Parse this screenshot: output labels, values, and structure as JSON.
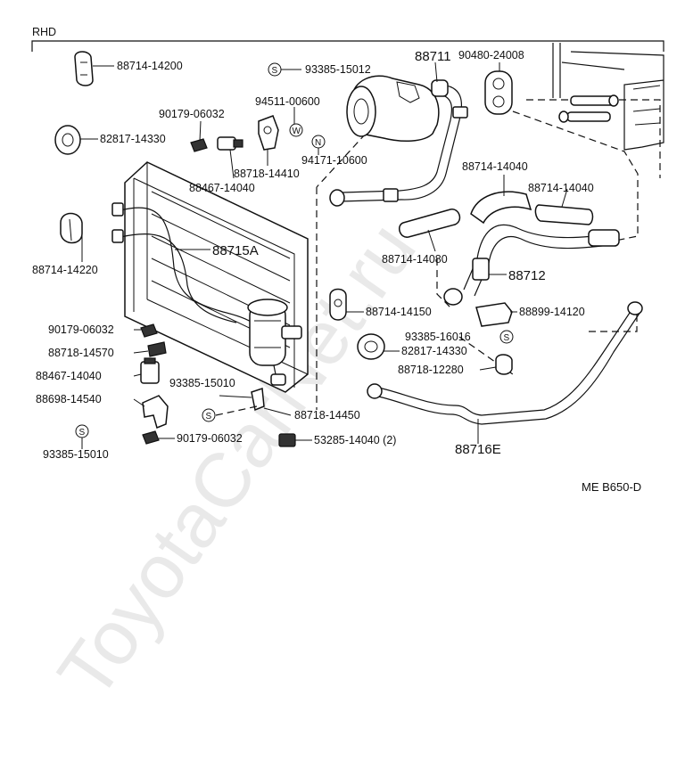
{
  "header": {
    "variant": "RHD"
  },
  "diagram_ref": "ME B650-D",
  "watermark": "ToyotaCarNet.ru",
  "symbols": {
    "s": "S",
    "w": "W",
    "n": "N"
  },
  "labels": {
    "p88714_14200": "88714-14200",
    "p93385_15012": "93385-15012",
    "p88711": "88711",
    "p90480_24008": "90480-24008",
    "p94511_00600": "94511-00600",
    "p90179_06032_top": "90179-06032",
    "p82817_14330_left": "82817-14330",
    "p94171_10600": "94171-10600",
    "p88718_14410": "88718-14410",
    "p88467_14040_top": "88467-14040",
    "p88714_14040_a": "88714-14040",
    "p88714_14040_b": "88714-14040",
    "p88714_14220": "88714-14220",
    "p88715A": "88715A",
    "p88714_14080": "88714-14080",
    "p88712": "88712",
    "p88714_14150": "88714-14150",
    "p88899_14120": "88899-14120",
    "p90179_06032_mid": "90179-06032",
    "p93385_16016": "93385-16016",
    "p88718_14570": "88718-14570",
    "p82817_14330_right": "82817-14330",
    "p88467_14040_mid": "88467-14040",
    "p93385_15010_mid": "93385-15010",
    "p88718_12280": "88718-12280",
    "p88698_14540": "88698-14540",
    "p88718_14450": "88718-14450",
    "p90179_06032_bot": "90179-06032",
    "p53285_14040": "53285-14040 (2)",
    "p93385_15010_bot": "93385-15010",
    "p88716E": "88716E"
  }
}
